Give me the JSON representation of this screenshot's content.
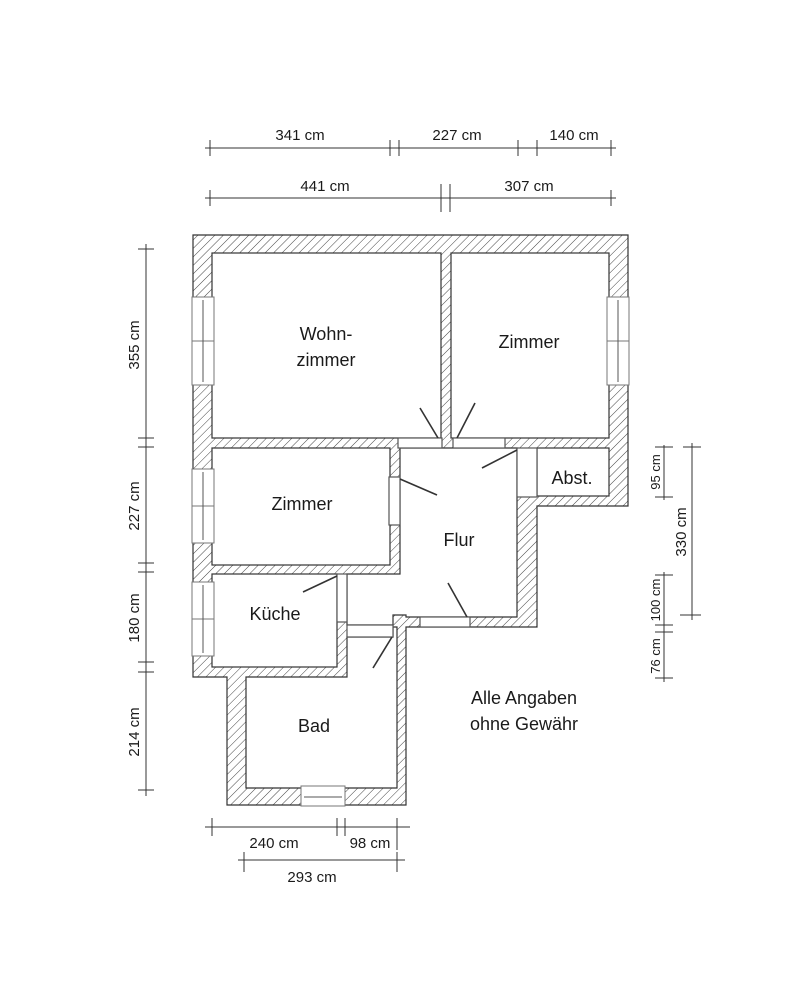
{
  "plan": {
    "rooms": {
      "wohnzimmer_line1": "Wohn-",
      "wohnzimmer_line2": "zimmer",
      "zimmer_right": "Zimmer",
      "zimmer_left": "Zimmer",
      "abstellraum": "Abst.",
      "flur": "Flur",
      "kueche": "Küche",
      "bad": "Bad"
    },
    "note_line1": "Alle Angaben",
    "note_line2": "ohne Gewähr",
    "dimensions": {
      "top_row1": [
        "341 cm",
        "227 cm",
        "140 cm"
      ],
      "top_row2": [
        "441 cm",
        "307 cm"
      ],
      "left": [
        "355 cm",
        "227 cm",
        "180 cm",
        "214 cm"
      ],
      "right_small": [
        "95 cm",
        "100 cm",
        "76 cm"
      ],
      "right_total": "330 cm",
      "bottom_row1": [
        "240 cm",
        "98 cm"
      ],
      "bottom_row2": "293 cm"
    },
    "colors": {
      "wall_hatch": "#333333",
      "background": "#ffffff"
    }
  }
}
